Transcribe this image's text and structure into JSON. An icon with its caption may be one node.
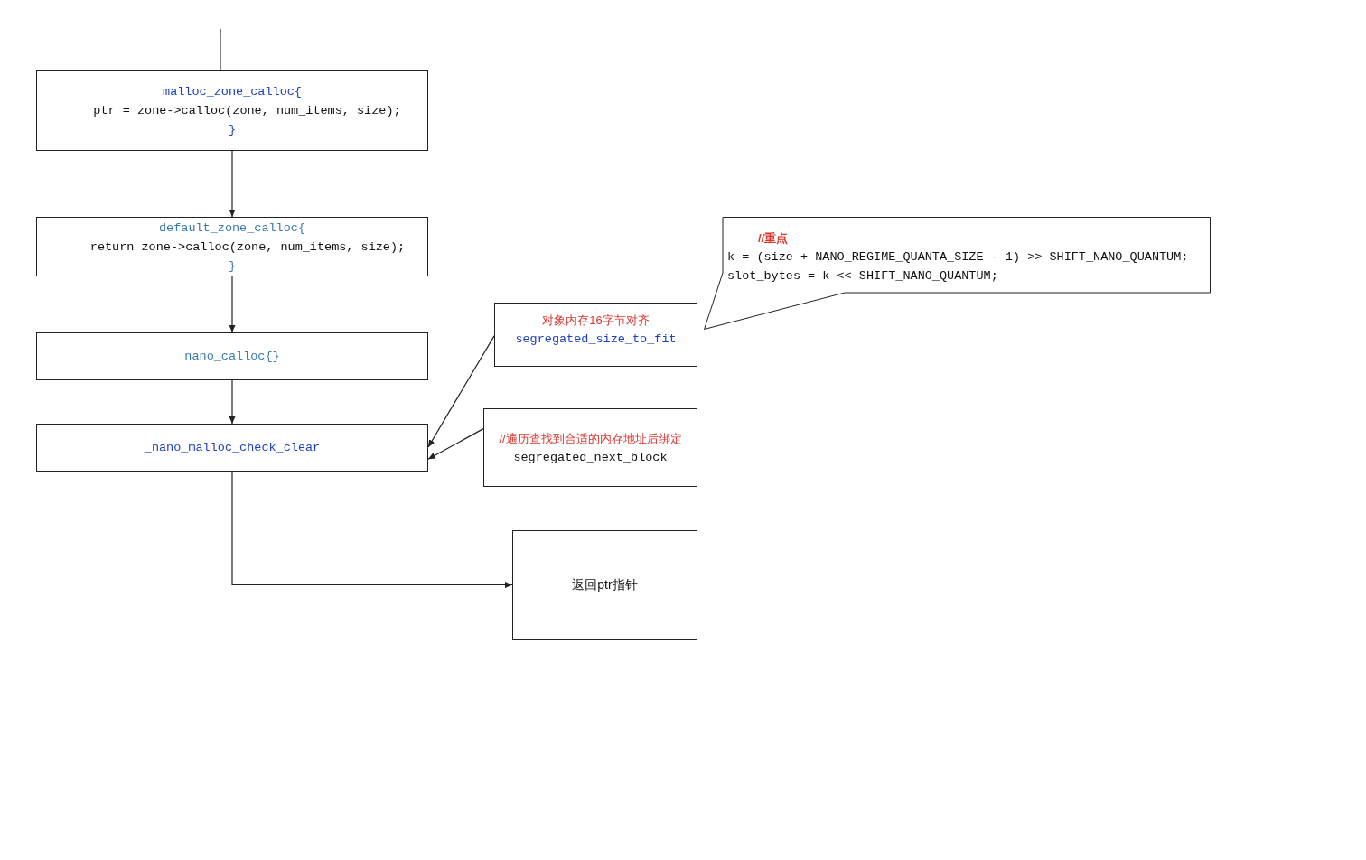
{
  "diagram": {
    "nodes": [
      {
        "text": [
          "malloc_zone_calloc{",
          "ptr = zone->calloc(zone, num_items, size);",
          "}"
        ]
      },
      {
        "text": [
          "default_zone_calloc{",
          "return zone->calloc(zone, num_items, size);",
          "}"
        ]
      },
      {
        "text": [
          "nano_calloc{}"
        ]
      },
      {
        "text": [
          "_nano_malloc_check_clear"
        ]
      },
      {
        "text": [
          "对象内存16字节对齐",
          "segregated_size_to_fit"
        ]
      },
      {
        "text": [
          "//遍历查找到合适的内存地址后绑定",
          "segregated_next_block"
        ]
      },
      {
        "text": [
          "返回ptr指针"
        ]
      },
      {
        "text": [
          "//重点",
          "k = (size + NANO_REGIME_QUANTA_SIZE - 1) >> SHIFT_NANO_QUANTUM;",
          "slot_bytes = k << SHIFT_NANO_QUANTUM;"
        ]
      }
    ],
    "edges": [
      {
        "from": null,
        "to": 0,
        "arrow": "none"
      },
      {
        "from": 0,
        "to": 1,
        "arrow": "to"
      },
      {
        "from": 1,
        "to": 2,
        "arrow": "to"
      },
      {
        "from": 2,
        "to": 3,
        "arrow": "to"
      },
      {
        "from": 4,
        "to": 3,
        "arrow": "to"
      },
      {
        "from": 5,
        "to": 3,
        "arrow": "to"
      },
      {
        "from": 3,
        "to": 6,
        "arrow": "to"
      }
    ]
  }
}
